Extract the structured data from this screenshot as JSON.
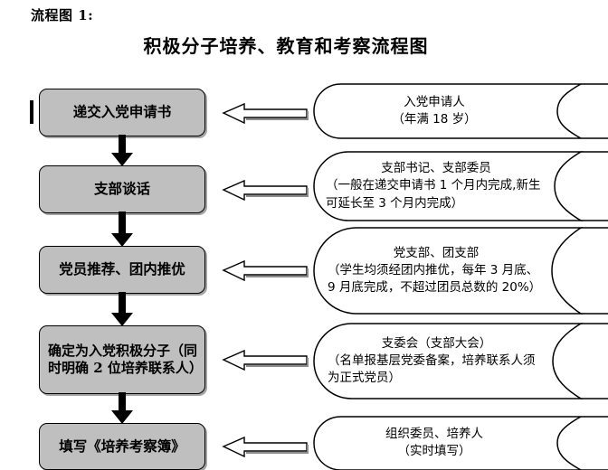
{
  "figure": {
    "label": "流程图 1:",
    "title": "积极分子培养、教育和考察流程图"
  },
  "flow": {
    "steps": [
      {
        "id": "step-1",
        "text": "递交入党申请书"
      },
      {
        "id": "step-2",
        "text": "支部谈话"
      },
      {
        "id": "step-3",
        "text": "党员推荐、团内推优"
      },
      {
        "id": "step-4",
        "text": "确定为入党积极分子（同时明确 2 位培养联系人）"
      },
      {
        "id": "step-5",
        "text": "填写《培养考察簿》"
      }
    ],
    "annotations": [
      {
        "id": "note-1",
        "actor": "入党申请人",
        "detail": "（年满 18 岁）"
      },
      {
        "id": "note-2",
        "actor": "支部书记、支部委员",
        "detail": "（一般在递交申请书 1 个月内完成,新生可延长至 3 个月内完成）"
      },
      {
        "id": "note-3",
        "actor": "党支部、团支部",
        "detail": "（学生均须经团内推优，每年 3 月底、9 月底完成，不超过团员总数的 20%）"
      },
      {
        "id": "note-4",
        "actor": "支委会（支部大会）",
        "detail": "（名单报基层党委备案，培养联系人须为正式党员）"
      },
      {
        "id": "note-5",
        "actor": "组织委员、培养人",
        "detail": "（实时填写）"
      }
    ]
  },
  "style": {
    "box_fill": "#bfbfbf",
    "box_stroke": "#000000",
    "callout_fill": "#ffffff",
    "callout_stroke": "#000000",
    "connector_fill": "#000000",
    "page_background": "#ffffff"
  }
}
